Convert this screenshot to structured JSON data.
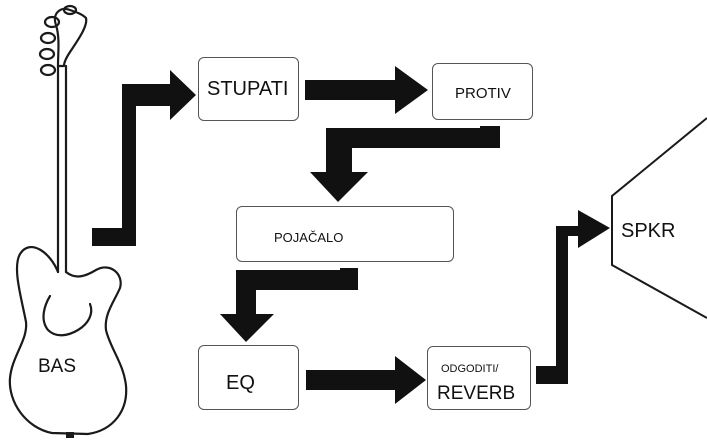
{
  "diagram": {
    "nodes": {
      "bass": "BAS",
      "stupati": "STUPATI",
      "protiv": "PROTIV",
      "pojacalo": "POJAČALO",
      "eq": "EQ",
      "delay_top": "ODGODITI/",
      "delay_bottom": "REVERB",
      "speaker": "SPKR"
    },
    "edges": [
      {
        "from": "bass",
        "to": "stupati"
      },
      {
        "from": "stupati",
        "to": "protiv"
      },
      {
        "from": "protiv",
        "to": "pojacalo"
      },
      {
        "from": "pojacalo",
        "to": "eq"
      },
      {
        "from": "eq",
        "to": "delay"
      },
      {
        "from": "delay",
        "to": "speaker"
      }
    ],
    "colors": {
      "arrow": "#111111",
      "outline": "#1a1a1a",
      "box_border": "#555555"
    }
  }
}
